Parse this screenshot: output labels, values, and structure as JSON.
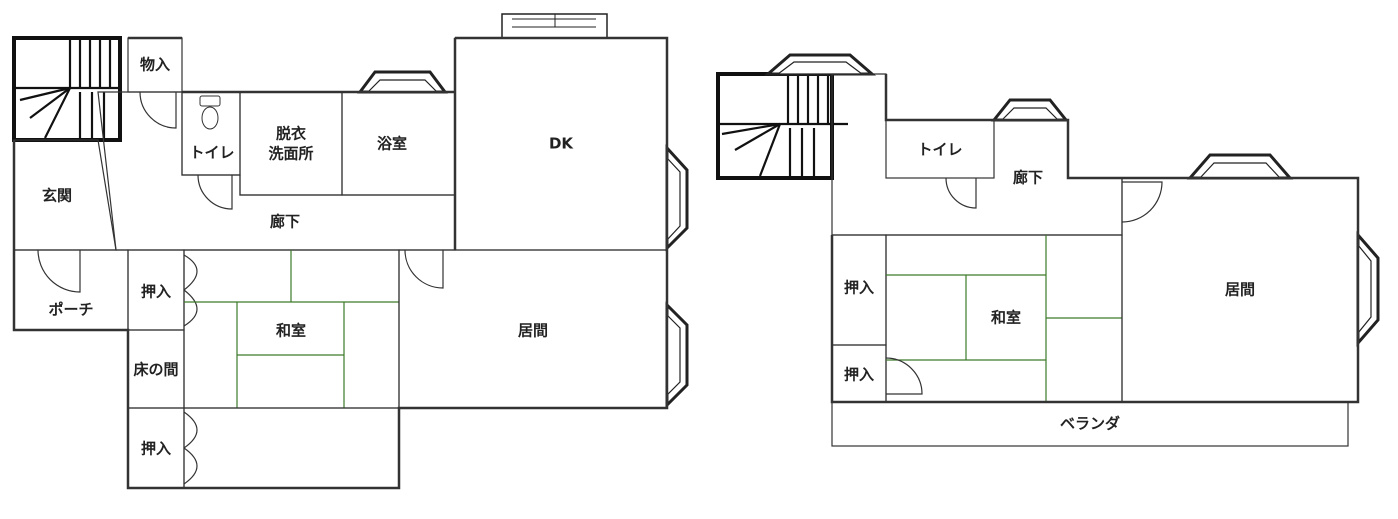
{
  "floor1": {
    "rooms": {
      "storage_top": "物入",
      "toilet": "トイレ",
      "washroom": "脱衣\n洗面所",
      "bath": "浴室",
      "dk": "DK",
      "entrance": "玄関",
      "hallway": "廊下",
      "porch": "ポーチ",
      "closet1": "押入",
      "washitsu": "和室",
      "living": "居間",
      "tokonoma": "床の間",
      "closet2": "押入"
    }
  },
  "floor2": {
    "rooms": {
      "toilet": "トイレ",
      "hallway": "廊下",
      "closet1": "押入",
      "washitsu": "和室",
      "closet2": "押入",
      "living": "居間",
      "veranda": "ベランダ"
    }
  },
  "colors": {
    "toilet": "#b9d3ee",
    "bath": "#b9d3ee",
    "hallway": "#eef2cc",
    "dk": "#f7df8e",
    "living": "#ecc2c2",
    "washitsu": "#7fc46a",
    "closet": "#f3cfd3",
    "entrance": "#b9cfd1",
    "porch": "#d7e7d4",
    "engawa": "#eadbb3",
    "tokonoma": "#8a7a6a"
  }
}
